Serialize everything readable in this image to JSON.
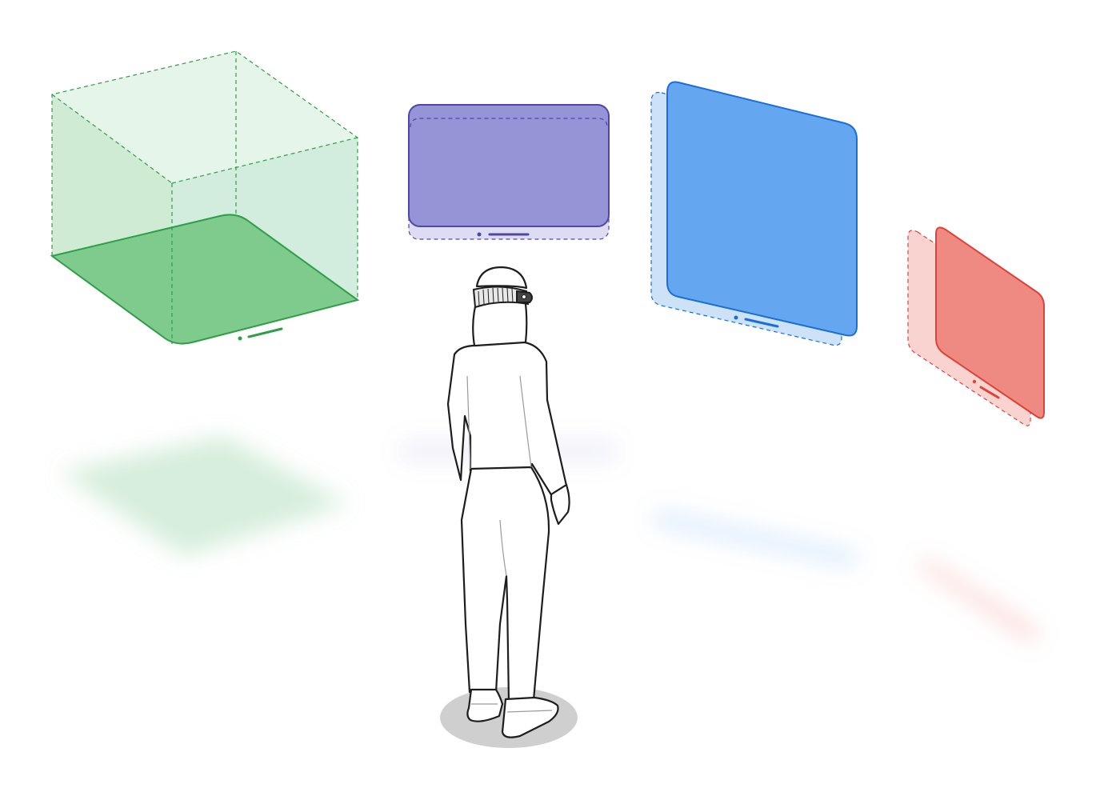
{
  "scene": {
    "colors": {
      "background": "#ffffff",
      "green_fill": "#7fcb8e",
      "green_volume": "#d2ecd8",
      "green_stroke": "#2e9e47",
      "purple_fill": "#9494d6",
      "purple_back": "#dedcf2",
      "purple_stroke": "#4e47a8",
      "blue_fill": "#64a7f0",
      "blue_back": "#cde1f7",
      "blue_stroke": "#1a6fd6",
      "red_fill": "#ef8a83",
      "red_back": "#f9d3d0",
      "red_stroke": "#de4239",
      "figure_stroke": "#1d1d1d",
      "figure_fill": "#ffffff",
      "floor_shadow": "#cfcfcf"
    },
    "panels": [
      {
        "id": "volume-panel",
        "kind": "3D volume",
        "color": "green"
      },
      {
        "id": "flat-panel-front",
        "kind": "flat window",
        "color": "purple"
      },
      {
        "id": "flat-panel-right",
        "kind": "angled window",
        "color": "blue"
      },
      {
        "id": "flat-panel-far-right",
        "kind": "angled window",
        "color": "red"
      }
    ],
    "figure": {
      "icon": "person-with-headset-icon"
    }
  }
}
